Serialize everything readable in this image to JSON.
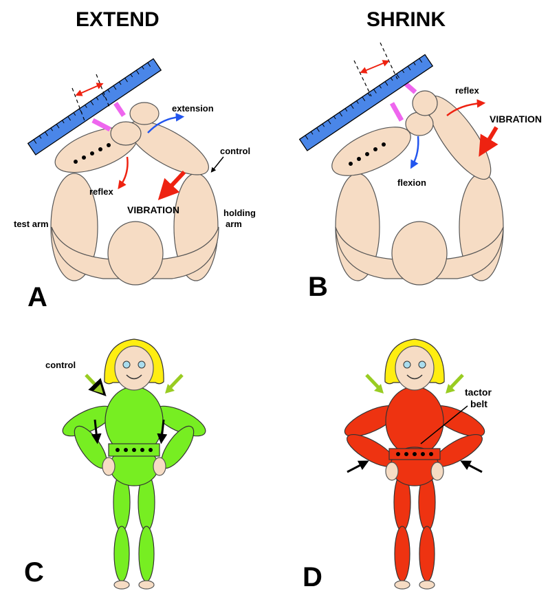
{
  "titles": {
    "left": "EXTEND",
    "right": "SHRINK"
  },
  "panels": {
    "a": "A",
    "b": "B",
    "c": "C",
    "d": "D"
  },
  "panel_a": {
    "extension": "extension",
    "control": "control",
    "reflex": "reflex",
    "vibration": "VIBRATION",
    "test_arm": "test arm",
    "holding_line1": "holding",
    "holding_line2": "arm"
  },
  "panel_b": {
    "reflex": "reflex",
    "vibration": "VIBRATION",
    "flexion": "flexion"
  },
  "panel_c": {
    "control": "control"
  },
  "panel_d": {
    "tactor_line1": "tactor",
    "tactor_line2": "belt"
  },
  "colors": {
    "skin": "#f6dcc4",
    "ruler": "#4a86e8",
    "green_suit": "#77ee22",
    "red_suit": "#ee3311",
    "hair": "#ffee11",
    "arrow_red": "#ee2211",
    "arrow_blue": "#2255ee",
    "arrow_green": "#99cc22",
    "marker_pink": "#ee66ee"
  }
}
